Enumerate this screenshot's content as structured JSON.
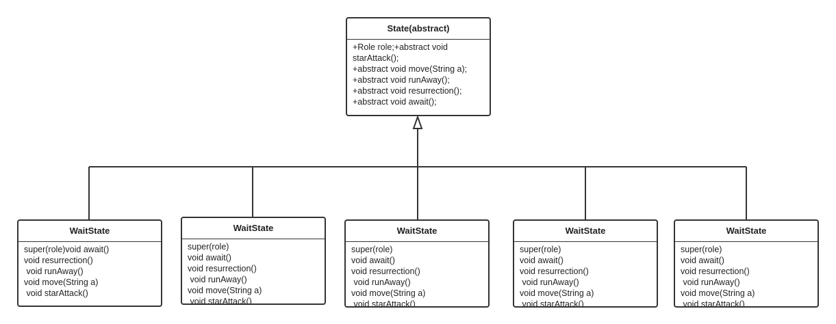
{
  "diagram": {
    "parent": {
      "title": "State(abstract)",
      "lines": [
        "+Role role;+abstract void starAttack();",
        "+abstract void move(String a);",
        "+abstract void runAway();",
        "+abstract void resurrection();",
        "+abstract void await();"
      ]
    },
    "children": [
      {
        "title": "WaitState",
        "lines": [
          "super(role)void await()",
          "void resurrection()",
          " void runAway()",
          "void move(String a)",
          " void starAttack()"
        ]
      },
      {
        "title": "WaitState",
        "lines": [
          "super(role)",
          "void await()",
          "void resurrection()",
          " void runAway()",
          "void move(String a)",
          " void starAttack()"
        ]
      },
      {
        "title": "WaitState",
        "lines": [
          "super(role)",
          "void await()",
          "void resurrection()",
          " void runAway()",
          "void move(String a)",
          " void starAttack()"
        ]
      },
      {
        "title": "WaitState",
        "lines": [
          "super(role)",
          "void await()",
          "void resurrection()",
          " void runAway()",
          "void move(String a)",
          " void starAttack()"
        ]
      },
      {
        "title": "WaitState",
        "lines": [
          "super(role)",
          "void await()",
          "void resurrection()",
          " void runAway()",
          "void move(String a)",
          " void starAttack()"
        ]
      }
    ],
    "colors": {
      "border": "#333333",
      "text": "#222222",
      "background": "#ffffff"
    }
  }
}
